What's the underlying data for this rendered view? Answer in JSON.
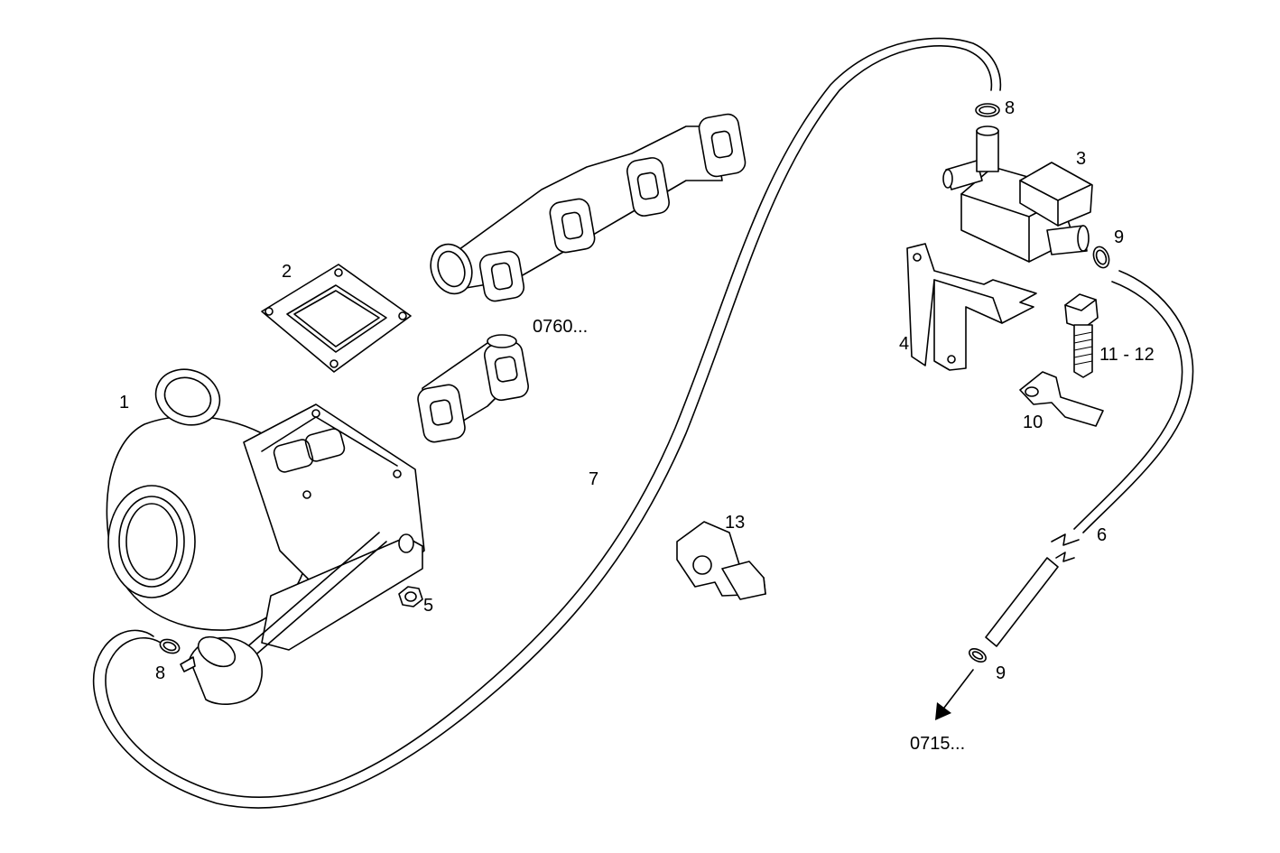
{
  "callouts": {
    "p1": "1",
    "p2": "2",
    "p3": "3",
    "p4": "4",
    "p5": "5",
    "p6": "6",
    "p7": "7",
    "p8_top": "8",
    "p8_left": "8",
    "p9_top": "9",
    "p9_bottom": "9",
    "p10": "10",
    "p11_12": "11 - 12",
    "p13": "13"
  },
  "references": {
    "ref_0760": "0760...",
    "ref_0715": "0715..."
  },
  "line_color": "#000000",
  "background_color": "#ffffff"
}
